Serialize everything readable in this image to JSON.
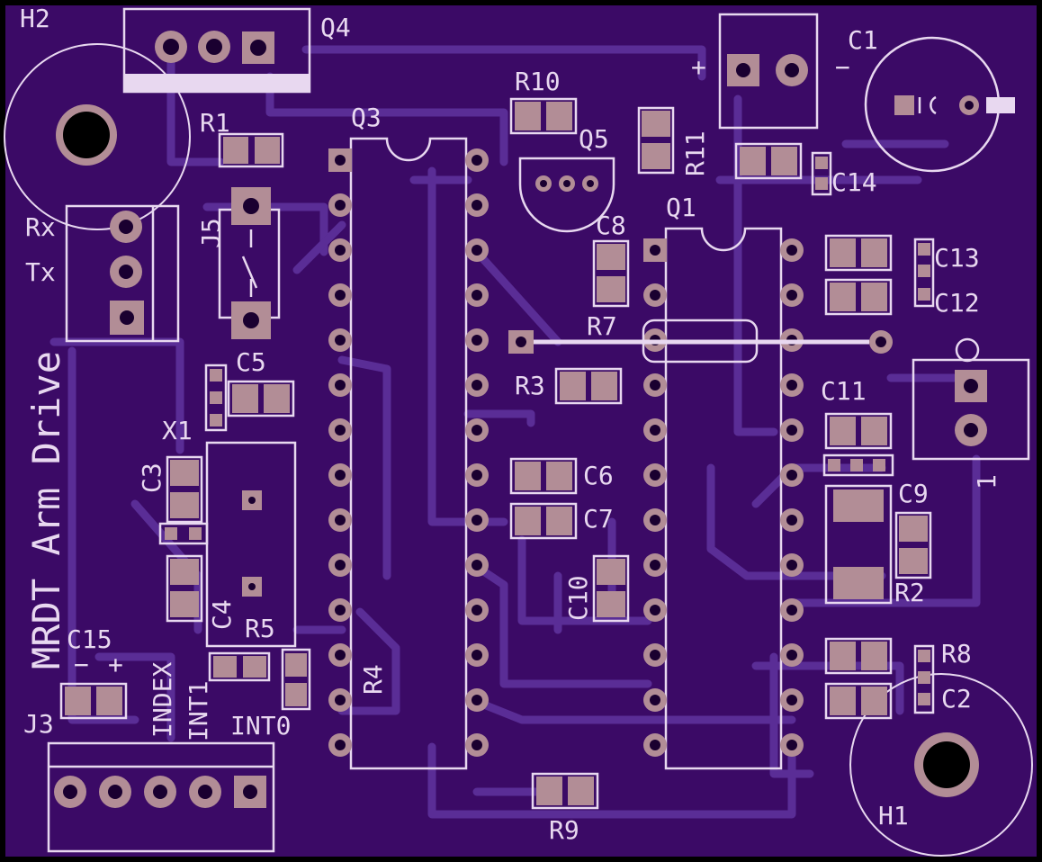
{
  "board": {
    "title": "MRDT Arm Drive",
    "colors": {
      "substrate": "#3b0a66",
      "copper": "#4b1d85",
      "trace": "#5a2d96",
      "pad": "#b28d96",
      "silkscreen": "#e8d8f0",
      "edge": "#000000"
    }
  },
  "labels": {
    "H2": "H2",
    "Q4": "Q4",
    "R1": "R1",
    "Q3": "Q3",
    "R10": "R10",
    "Q5": "Q5",
    "R11": "R11",
    "C1": "C1",
    "C14": "C14",
    "C8": "C8",
    "Q1": "Q1",
    "C13": "C13",
    "C12": "C12",
    "R7": "R7",
    "R3": "R3",
    "C11": "C11",
    "C5": "C5",
    "X1": "X1",
    "C3": "C3",
    "C6": "C6",
    "C7": "C7",
    "C9": "C9",
    "C10": "C10",
    "C4": "C4",
    "R5": "R5",
    "R2": "R2",
    "C15": "C15",
    "R4": "R4",
    "R8": "R8",
    "C2": "C2",
    "J3": "J3",
    "R9": "R9",
    "H1": "H1",
    "J5": "J5",
    "Rx": "Rx",
    "Tx": "Tx",
    "INDEX": "INDEX",
    "INT1": "INT1",
    "INT0": "INT0",
    "plus_c1": "+",
    "minus_c1": "−",
    "minus_c15": "−",
    "plus_c15": "+",
    "one": "1"
  }
}
